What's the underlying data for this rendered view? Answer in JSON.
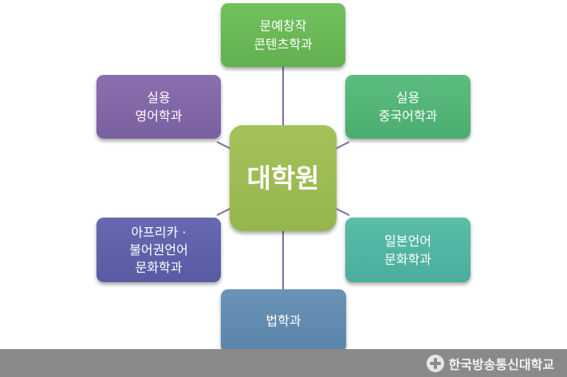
{
  "center": {
    "label": "대학원"
  },
  "nodes": {
    "top": {
      "lines": [
        "문예창작",
        "콘텐츠학과"
      ]
    },
    "top_left": {
      "lines": [
        "실용",
        "영어학과"
      ]
    },
    "top_right": {
      "lines": [
        "실용",
        "중국어학과"
      ]
    },
    "bottom_left": {
      "lines": [
        "아프리카 ·",
        "불어권언어",
        "문화학과"
      ]
    },
    "bottom_right": {
      "lines": [
        "일본언어",
        "문화학과"
      ]
    },
    "bottom": {
      "lines": [
        "법학과"
      ]
    }
  },
  "footer": {
    "logo_text": "한국방송통신대학교"
  },
  "colors": {
    "connector": "#7d6aa6",
    "center": "#9bbb52",
    "footer": "#8a8a8a"
  }
}
